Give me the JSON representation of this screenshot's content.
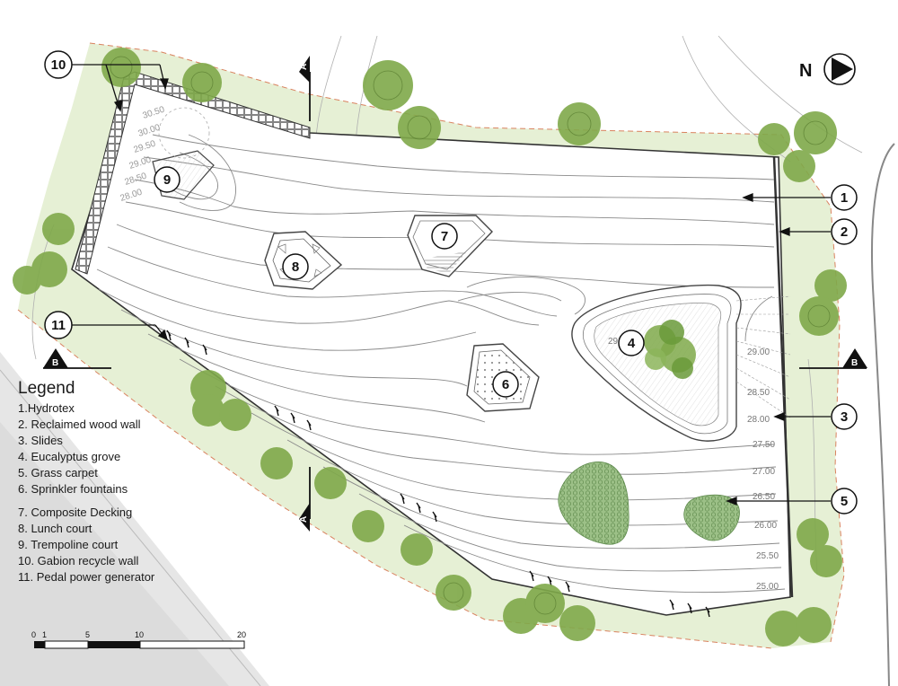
{
  "north": {
    "label": "N"
  },
  "legend": {
    "title": "Legend",
    "items": [
      "1.Hydrotex",
      "2. Reclaimed wood wall",
      "3. Slides",
      "4. Eucalyptus grove",
      "5. Grass carpet",
      "6. Sprinkler fountains",
      "7. Composite Decking",
      "8. Lunch court",
      "9. Trempoline court",
      "10. Gabion recycle wall",
      "11. Pedal power generator"
    ]
  },
  "features": [
    {
      "id": "1"
    },
    {
      "id": "2"
    },
    {
      "id": "3"
    },
    {
      "id": "4"
    },
    {
      "id": "5"
    },
    {
      "id": "6"
    },
    {
      "id": "7"
    },
    {
      "id": "8"
    },
    {
      "id": "9"
    },
    {
      "id": "10"
    },
    {
      "id": "11"
    }
  ],
  "section_marks": [
    "A",
    "A",
    "B",
    "B"
  ],
  "elevations_right": [
    "29.00",
    "28.50",
    "28.00",
    "27.50",
    "27.00",
    "26.50",
    "26.00",
    "25.50",
    "25.00"
  ],
  "elevations_corner": [
    "30.50",
    "30.00",
    "29.50",
    "29.00",
    "28.50",
    "28.00"
  ],
  "elevation_feature_4": "29",
  "scale_bar": {
    "labels": [
      "0",
      "1",
      "5",
      "10",
      "20"
    ]
  },
  "colors": {
    "grass_band": "#e6f0d5",
    "tree_green": "#7fa94a",
    "grass_carpet": "#9cc087",
    "boundary_dash": "#d9825f",
    "road_gray": "#e6e6e6"
  }
}
